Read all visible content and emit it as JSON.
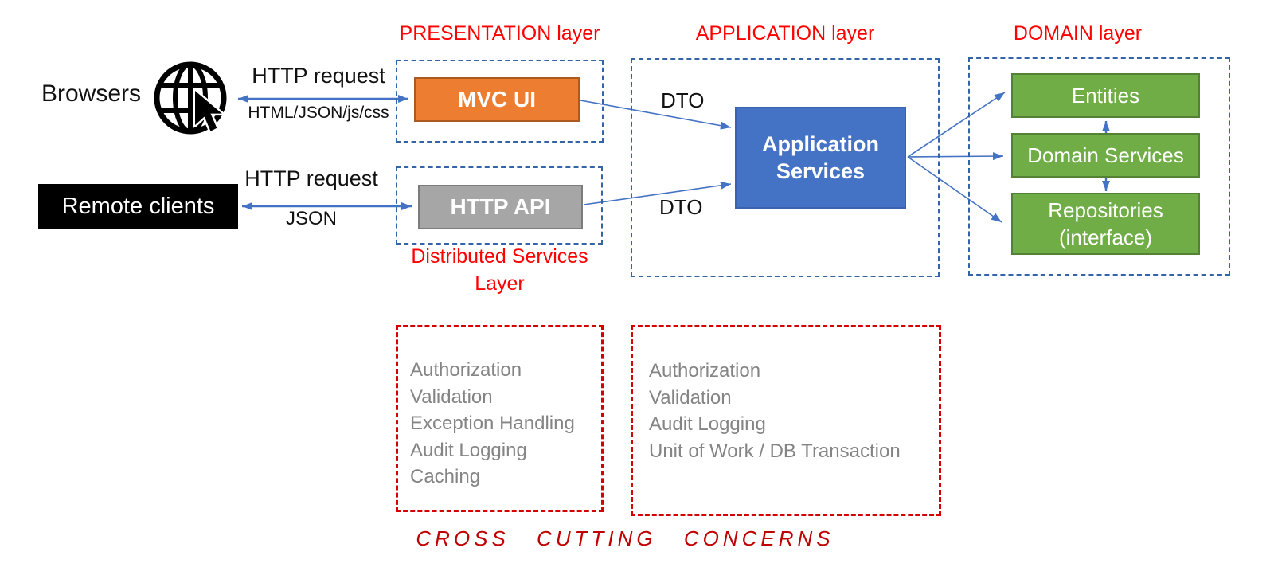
{
  "clients": {
    "browsers_label": "Browsers",
    "browser_arrow": {
      "label_above": "HTTP request",
      "label_below": "HTML/JSON/js/css"
    },
    "remote_clients_label": "Remote clients",
    "remote_arrow": {
      "label_above": "HTTP request",
      "label_below": "JSON"
    }
  },
  "presentation_layer": {
    "title": "PRESENTATION layer",
    "mvc_ui": "MVC UI",
    "http_api": "HTTP API",
    "distributed_services_title": {
      "line1": "Distributed Services",
      "line2": "Layer"
    }
  },
  "application_layer": {
    "title": "APPLICATION layer",
    "dto_top": "DTO",
    "dto_bottom": "DTO",
    "application_services": {
      "line1": "Application",
      "line2": "Services"
    }
  },
  "domain_layer": {
    "title": "DOMAIN layer",
    "entities": "Entities",
    "domain_services": "Domain Services",
    "repositories": {
      "line1": "Repositories",
      "line2": "(interface)"
    }
  },
  "cross_cutting": {
    "distributed_concerns": [
      "Authorization",
      "Validation",
      "Exception Handling",
      "Audit Logging",
      "Caching"
    ],
    "application_concerns": [
      "Authorization",
      "Validation",
      "Audit Logging",
      "Unit of Work / DB Transaction"
    ],
    "footer": "CROSS CUTTING CONCERNS"
  },
  "colors": {
    "arrow_blue": "#4472C4",
    "dashed_blue_border": "#3563A8",
    "orange_fill": "#ED7D31",
    "orange_border": "#AC5A20",
    "gray_fill": "#A6A6A6",
    "gray_border": "#7C7C7C",
    "blue_fill": "#4472C4",
    "blue_border": "#3A62AE",
    "green_fill": "#70AD47",
    "green_border": "#548235",
    "red_title": "#FF0000",
    "red_dashed_box": "#D40000",
    "red_footer": "#C00000",
    "concern_text_gray": "#848484",
    "remote_clients_fill": "#000000"
  }
}
